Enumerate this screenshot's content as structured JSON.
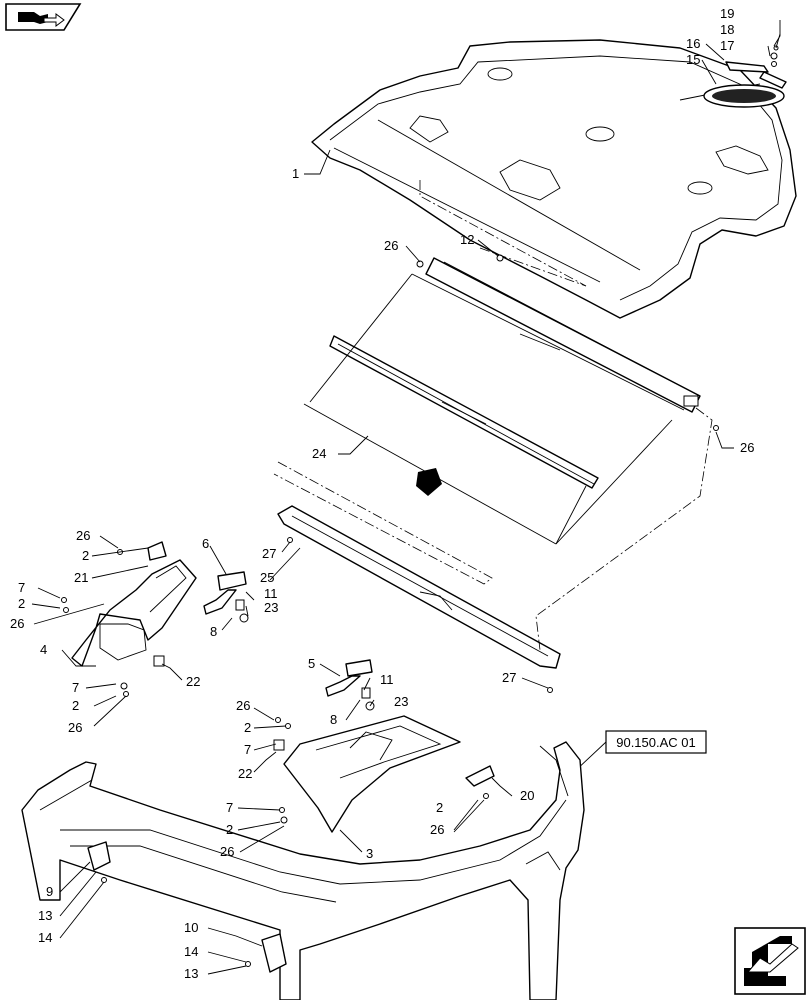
{
  "reference_box": {
    "label": "90.150.AC 01"
  },
  "nav": {
    "top_left_icon": "book-with-arrow-icon",
    "bottom_right_icon": "next-page-arrow-icon"
  },
  "callouts": [
    {
      "id": "c19",
      "text": "19"
    },
    {
      "id": "c18",
      "text": "18"
    },
    {
      "id": "c17",
      "text": "17"
    },
    {
      "id": "c16",
      "text": "16"
    },
    {
      "id": "c15",
      "text": "15"
    },
    {
      "id": "c1",
      "text": "1"
    },
    {
      "id": "c26a",
      "text": "26"
    },
    {
      "id": "c12",
      "text": "12"
    },
    {
      "id": "c26b",
      "text": "26"
    },
    {
      "id": "c24",
      "text": "24"
    },
    {
      "id": "c26c",
      "text": "26"
    },
    {
      "id": "c2a",
      "text": "2"
    },
    {
      "id": "c21",
      "text": "21"
    },
    {
      "id": "c7a",
      "text": "7"
    },
    {
      "id": "c2b",
      "text": "2"
    },
    {
      "id": "c26d",
      "text": "26"
    },
    {
      "id": "c4",
      "text": "4"
    },
    {
      "id": "c7b",
      "text": "7"
    },
    {
      "id": "c2c",
      "text": "2"
    },
    {
      "id": "c26e",
      "text": "26"
    },
    {
      "id": "c22a",
      "text": "22"
    },
    {
      "id": "c6",
      "text": "6"
    },
    {
      "id": "c27a",
      "text": "27"
    },
    {
      "id": "c25",
      "text": "25"
    },
    {
      "id": "c11a",
      "text": "11"
    },
    {
      "id": "c23a",
      "text": "23"
    },
    {
      "id": "c8a",
      "text": "8"
    },
    {
      "id": "c5",
      "text": "5"
    },
    {
      "id": "c11b",
      "text": "11"
    },
    {
      "id": "c23b",
      "text": "23"
    },
    {
      "id": "c8b",
      "text": "8"
    },
    {
      "id": "c27b",
      "text": "27"
    },
    {
      "id": "c26f",
      "text": "26"
    },
    {
      "id": "c2d",
      "text": "2"
    },
    {
      "id": "c7c",
      "text": "7"
    },
    {
      "id": "c22b",
      "text": "22"
    },
    {
      "id": "c20",
      "text": "20"
    },
    {
      "id": "c7d",
      "text": "7"
    },
    {
      "id": "c2e",
      "text": "2"
    },
    {
      "id": "c26g",
      "text": "26"
    },
    {
      "id": "c3",
      "text": "3"
    },
    {
      "id": "c2f",
      "text": "2"
    },
    {
      "id": "c26h",
      "text": "26"
    },
    {
      "id": "c9",
      "text": "9"
    },
    {
      "id": "c13a",
      "text": "13"
    },
    {
      "id": "c14a",
      "text": "14"
    },
    {
      "id": "c10",
      "text": "10"
    },
    {
      "id": "c14b",
      "text": "14"
    },
    {
      "id": "c13b",
      "text": "13"
    }
  ]
}
